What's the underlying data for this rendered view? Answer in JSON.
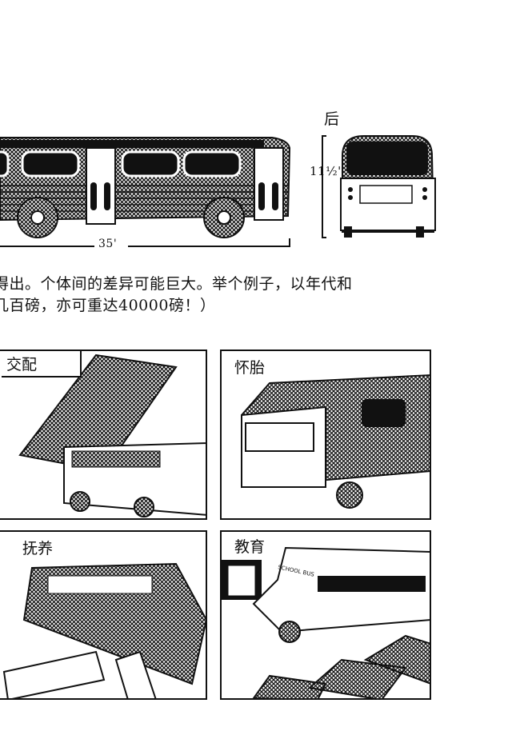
{
  "diagram": {
    "rear_label": "后",
    "height_label": "11½'",
    "length_label": "35'"
  },
  "body_text": [
    "得出。个体间的差异可能巨大。举个例子，以年代和",
    "几百磅，亦可重达40000磅！）"
  ],
  "panels": [
    {
      "label": "交配"
    },
    {
      "label": "怀胎"
    },
    {
      "label": "抚养"
    },
    {
      "label": "教育",
      "sign": "SCHOOL BUS"
    }
  ]
}
